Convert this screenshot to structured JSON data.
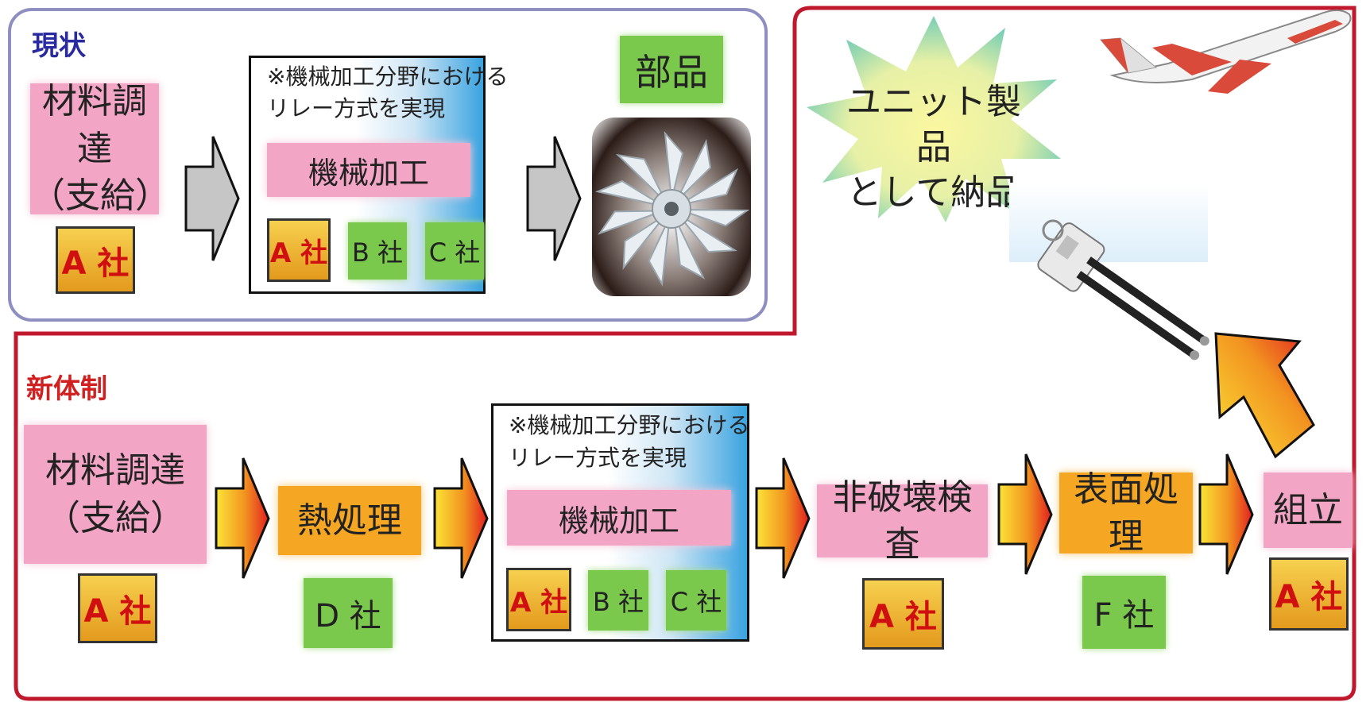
{
  "current": {
    "label": "現状",
    "material": {
      "line1": "材料調達",
      "line2": "（支給）"
    },
    "company_a": "A 社",
    "machining": {
      "note_line1": "※機械加工分野における",
      "note_line2": "リレー方式を実現",
      "process": "機械加工",
      "companies": [
        "A 社",
        "B 社",
        "C 社"
      ]
    },
    "part_label": "部品"
  },
  "delivery": {
    "line1": "ユニット製品",
    "line2": "として納品"
  },
  "new_system": {
    "label": "新体制",
    "material": {
      "line1": "材料調達",
      "line2": "（支給）"
    },
    "material_company": "A 社",
    "heat": {
      "label": "熱処理",
      "company": "D 社"
    },
    "machining": {
      "note_line1": "※機械加工分野における",
      "note_line2": "リレー方式を実現",
      "process": "機械加工",
      "companies": [
        "A 社",
        "B 社",
        "C 社"
      ]
    },
    "ndt": {
      "label": "非破壊検査",
      "company": "A 社"
    },
    "surface": {
      "label": "表面処理",
      "company": "F 社"
    },
    "assembly": {
      "label": "組立",
      "company": "A 社"
    }
  },
  "colors": {
    "current_border": "#8e8ec0",
    "new_border": "#c0182c",
    "current_label": "#2a2aa0",
    "new_label": "#d02020",
    "pink": "#f3a5c6",
    "orange": "#f5a623",
    "green": "#7bc94c"
  }
}
